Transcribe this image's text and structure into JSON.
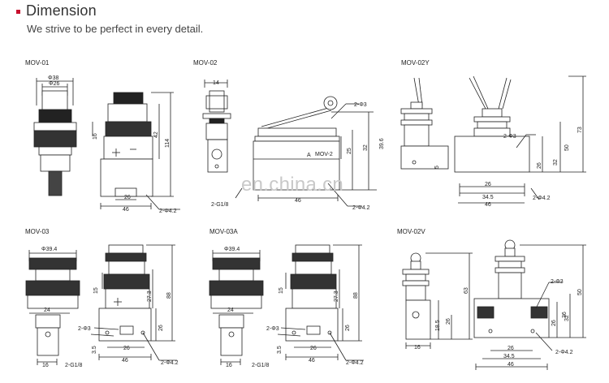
{
  "header": {
    "title": "Dimension",
    "subtitle": "We strive to be perfect in every detail.",
    "accent_color": "#c8102e"
  },
  "watermark": "en.china.cn",
  "models": {
    "mov01": {
      "label": "MOV-01",
      "dims": {
        "phi38": "Φ38",
        "phi26": "Φ26",
        "d16": "16",
        "d42": "42",
        "d114": "114",
        "d26": "26",
        "d46": "46",
        "hole": "2-Φ4.2"
      }
    },
    "mov02": {
      "label": "MOV-02",
      "dims": {
        "d14": "14",
        "hole_top": "2-Φ3",
        "d25": "25",
        "d32": "32",
        "d39_6": "39.6",
        "d46": "46",
        "port": "2-G1/8",
        "hole": "2-Φ4.2",
        "plate": "MOV-2",
        "arrow_a": "A"
      }
    },
    "mov02y": {
      "label": "MOV-02Y",
      "dims": {
        "d5": "5",
        "hole_top": "2-Φ3",
        "d73": "73",
        "d50": "50",
        "d32": "32",
        "d26": "26",
        "d34_5": "34.5",
        "d46": "46",
        "hole": "2-Φ4.2"
      }
    },
    "mov03": {
      "label": "MOV-03",
      "dims": {
        "phi39_4": "Φ39.4",
        "d24": "24",
        "d15": "15",
        "d27_3": "27.3",
        "d88": "88",
        "d26v": "26",
        "d26": "26",
        "d46": "46",
        "hole_top": "2-Φ3",
        "d3_5": "3.5",
        "d16": "16",
        "port": "2-G1/8",
        "hole": "2-Φ4.2"
      }
    },
    "mov03a": {
      "label": "MOV-03A",
      "dims": {
        "phi39_4": "Φ39.4",
        "d24": "24",
        "d15": "15",
        "d27_3": "27.3",
        "d88": "88",
        "d26v": "26",
        "d26": "26",
        "d46": "46",
        "hole_top": "2-Φ3",
        "d3_5": "3.5",
        "d16": "16",
        "port": "2-G1/8",
        "hole": "2-Φ4.2"
      }
    },
    "mov02v": {
      "label": "MOV-02V",
      "dims": {
        "d63": "63",
        "d18_5": "18.5",
        "d26v": "26",
        "d16": "16",
        "hole_top": "2-Φ3",
        "d36": "36",
        "d32": "32",
        "d50": "50",
        "d26": "26",
        "d34_5": "34.5",
        "d46": "46",
        "hole": "2-Φ4.2"
      }
    }
  }
}
